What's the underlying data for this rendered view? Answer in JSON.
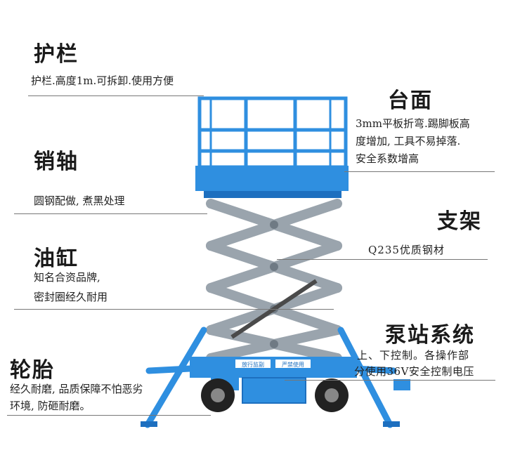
{
  "features": {
    "guardrail": {
      "title": "护栏",
      "lines": [
        "护栏.高度1m.可拆卸.使用方便"
      ]
    },
    "platform": {
      "title": "台面",
      "lines": [
        "3mm平板折弯.踢脚板高",
        "度增加, 工具不易掉落.",
        "安全系数增高"
      ]
    },
    "pin": {
      "title": "销轴",
      "lines": [
        "圆钢配做, 煮黑处理"
      ]
    },
    "frame": {
      "title": "支架",
      "lines": [
        "Q235优质钢材"
      ]
    },
    "cylinder": {
      "title": "油缸",
      "lines": [
        "知名合资品牌,",
        "密封圈经久耐用"
      ]
    },
    "pump": {
      "title": "泵站系统",
      "lines": [
        "上、下控制。各操作部",
        "分使用36V安全控制电压"
      ]
    },
    "tire": {
      "title": "轮胎",
      "lines": [
        "经久耐磨, 品质保障不怕恶劣",
        "环境, 防砸耐磨。"
      ]
    }
  },
  "machine": {
    "sign_left": "放行监副",
    "sign_right": "严禁使用",
    "colors": {
      "blue": "#2f8fe0",
      "blue_dark": "#1d6fbf",
      "steel": "#9aa4ad",
      "steel_dark": "#6f7a84",
      "tire": "#222222"
    }
  }
}
